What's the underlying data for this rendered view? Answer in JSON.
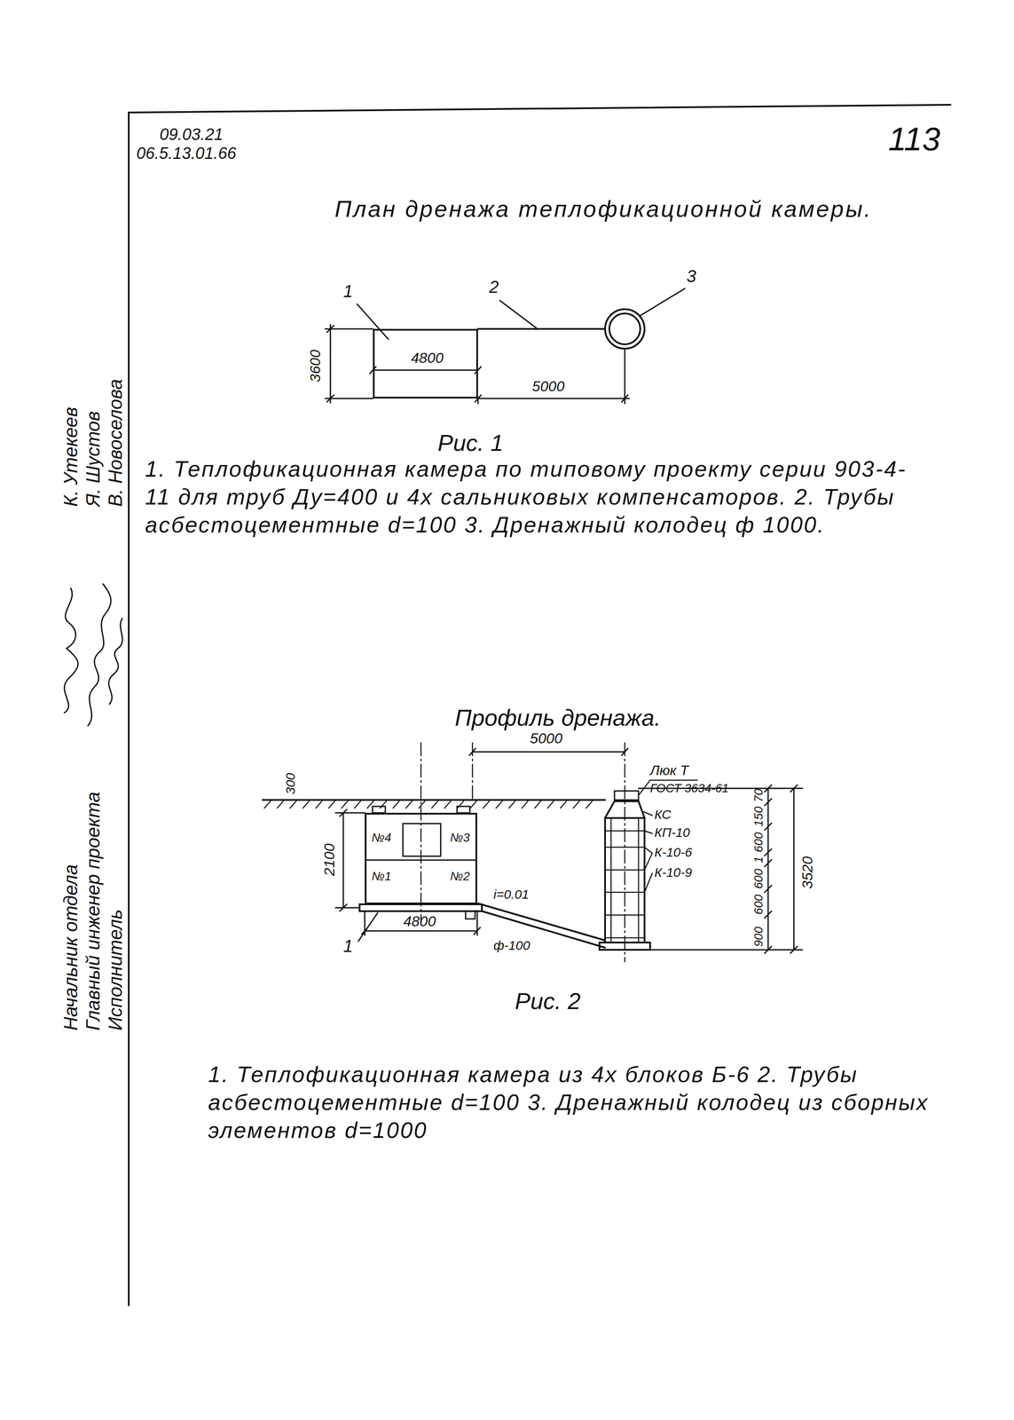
{
  "diagram": {
    "title": "План дренажа теплофикационной камеры.",
    "nodes": [
      {
        "text": [
          "4800"
        ]
      },
      {
        "text": [
          "№4",
          "№3",
          "№1",
          "№2"
        ]
      }
    ],
    "labels": [
      "09.03.21",
      "06.5.13.01.66",
      "113",
      "1",
      "2",
      "3",
      "3600",
      "5000",
      "Рис. 1",
      "1. Теплофикационная камера по типовому проекту серии 903-4-11 для труб Ду=400 и 4х сальниковых компенсаторов. 2. Трубы асбестоцементные d=100 3. Дренажный колодец ф 1000.",
      "Начальник отдела",
      "Главный инженер проекта",
      "Исполнитель",
      "К. Утекеев",
      "Я. Шустов",
      "В. Новоселова",
      "Профиль дренажа.",
      "300",
      "2100",
      "4800",
      "1",
      "5000",
      "i=0.01",
      "ф-100",
      "Люк Т",
      "ГОСТ 3634-61",
      "КС",
      "КП-10",
      "К-10-6",
      "К-10-9",
      "3520",
      "70",
      "150",
      "600",
      "1",
      "600",
      "600",
      "900",
      "Рис. 2",
      "1. Теплофикационная камера из 4х блоков Б-6 2. Трубы асбестоцементные d=100 3. Дренажный колодец из сборных элементов d=1000"
    ]
  }
}
